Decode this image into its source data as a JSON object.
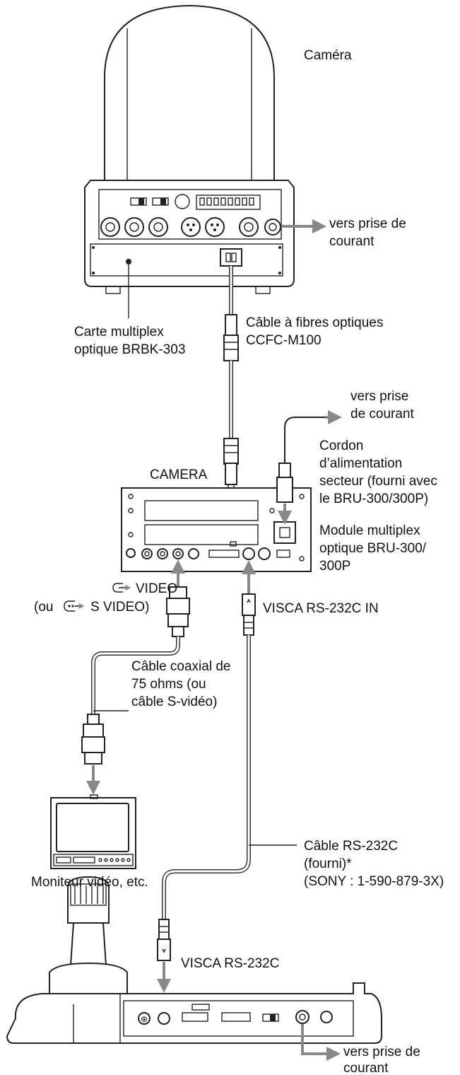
{
  "labels": {
    "camera": "Caméra",
    "camera_power_1": "vers prise de",
    "camera_power_2": "courant",
    "card_1": "Carte multiplex",
    "card_2": "optique BRBK-303",
    "fiber_1": "Câble à fibres optiques",
    "fiber_2": "CCFC-M100",
    "unit_power_1": "vers prise",
    "unit_power_2": "de courant",
    "cord_1": "Cordon",
    "cord_2": "d’alimentation",
    "cord_3": "secteur (fourni avec",
    "cord_4": "le BRU-300/300P)",
    "camera_port": "CAMERA",
    "module_1": "Module multiplex",
    "module_2": "optique BRU-300/",
    "module_3": "300P",
    "video_1": "VIDEO",
    "video_2_pre": "(ou",
    "video_2_post": "S VIDEO)",
    "visca_in": "VISCA RS-232C IN",
    "coax_1": "Câble coaxial de",
    "coax_2": "75 ohms (ou",
    "coax_3": "câble S-vidéo)",
    "monitor": "Moniteur vidéo, etc.",
    "rs_1": "Câble RS-232C",
    "rs_2": "(fourni)*",
    "rs_3": "(SONY : 1-590-879-3X)",
    "visca": "VISCA RS-232C",
    "ctrl_power_1": "vers prise de",
    "ctrl_power_2": "courant"
  },
  "colors": {
    "arrow": "#888888",
    "line": "#222222"
  }
}
